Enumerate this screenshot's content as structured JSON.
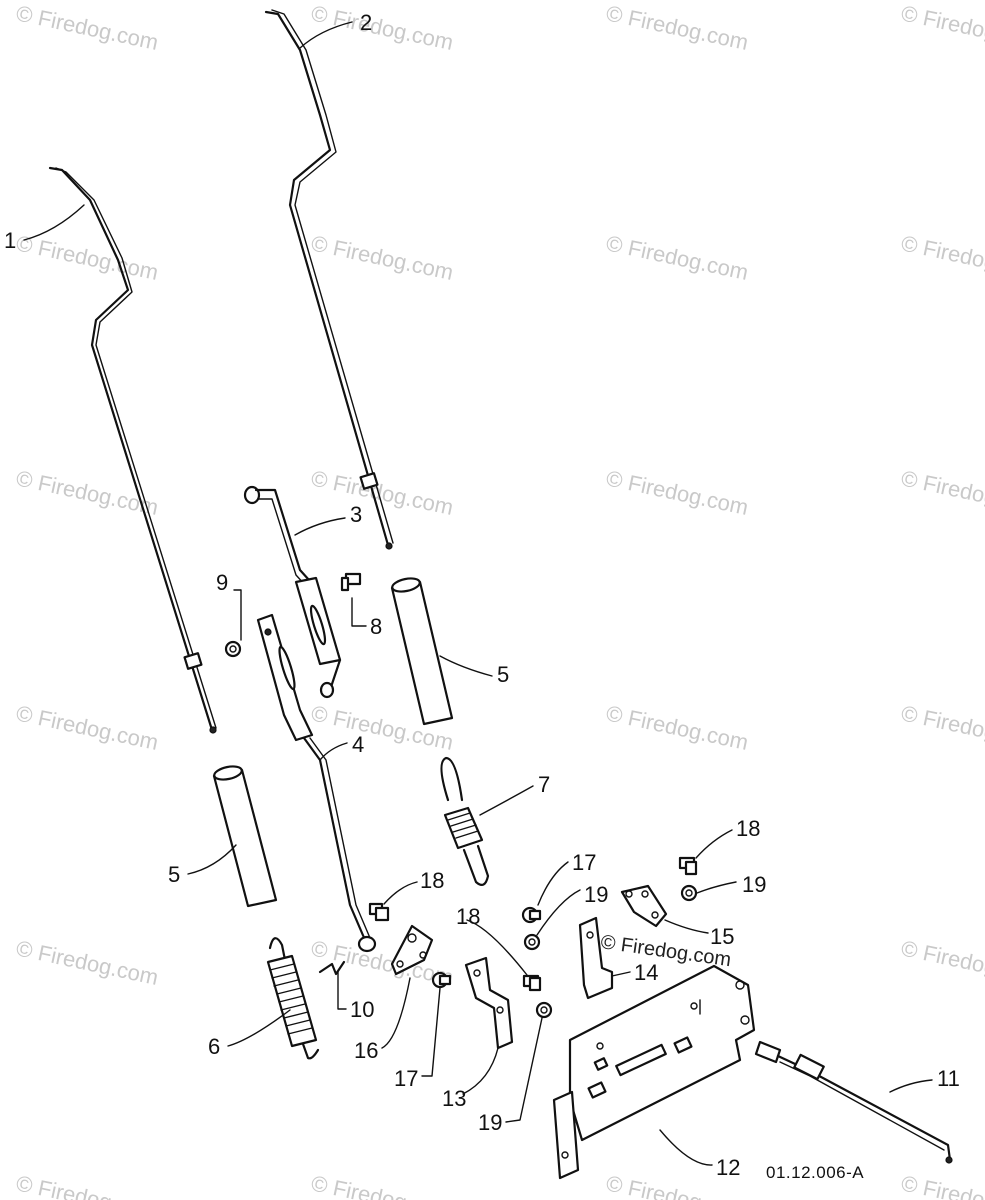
{
  "watermark": "© Firedog.com",
  "drawing_code": "01.12.006-A",
  "labels": {
    "l1": "1",
    "l2": "2",
    "l3": "3",
    "l4": "4",
    "l5a": "5",
    "l5b": "5",
    "l6": "6",
    "l7": "7",
    "l8": "8",
    "l9": "9",
    "l10": "10",
    "l11": "11",
    "l12": "12",
    "l13": "13",
    "l14": "14",
    "l15": "15",
    "l16": "16",
    "l17a": "17",
    "l17b": "17",
    "l18a": "18",
    "l18b": "18",
    "l18c": "18",
    "l19a": "19",
    "l19b": "19",
    "l19c": "19"
  }
}
